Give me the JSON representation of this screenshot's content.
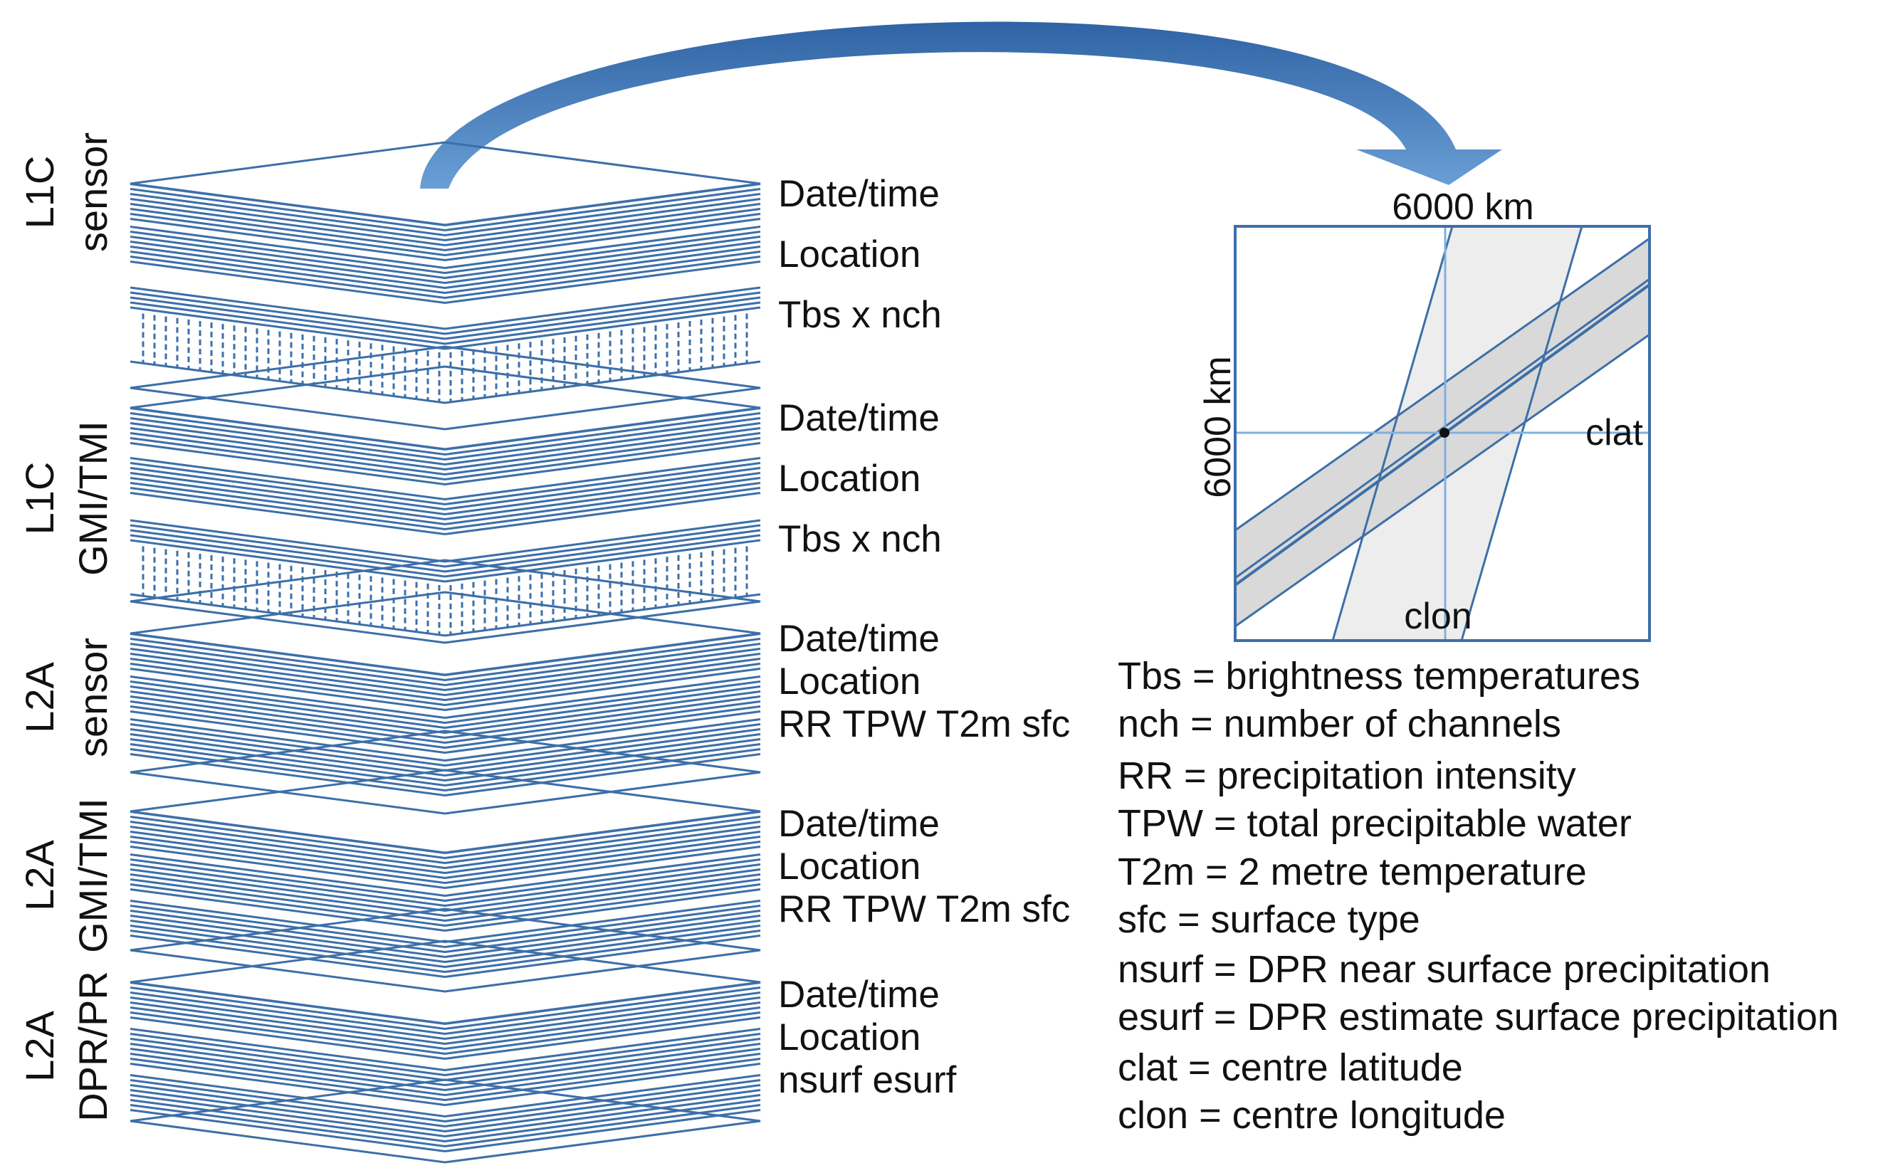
{
  "colors": {
    "line": "#3d6fa8",
    "arrow_top": "#2f63a4",
    "arrow_bottom": "#6a9fd6",
    "swath": "#d9d9d9",
    "swath_light": "#ededed",
    "crosshair": "#7fb0e0",
    "text": "#111111"
  },
  "groups": [
    {
      "level": "L1C",
      "source": "sensor",
      "fields": [
        "Date/time",
        "Location",
        "Tbs x nch"
      ]
    },
    {
      "level": "L1C",
      "source": "GMI/TMI",
      "fields": [
        "Date/time",
        "Location",
        "Tbs x nch"
      ]
    },
    {
      "level": "L2A",
      "source": "sensor",
      "fields": [
        "Date/time",
        "Location",
        "RR TPW T2m sfc"
      ]
    },
    {
      "level": "L2A",
      "source": "GMI/TMI",
      "fields": [
        "Date/time",
        "Location",
        "RR TPW T2m sfc"
      ]
    },
    {
      "level": "L2A",
      "source": "DPR/PR",
      "fields": [
        "Date/time",
        "Location",
        "nsurf esurf"
      ]
    }
  ],
  "box": {
    "width_label": "6000 km",
    "height_label": "6000 km",
    "clat_label": "clat",
    "clon_label": "clon"
  },
  "legend": [
    "Tbs = brightness temperatures",
    "nch = number of channels",
    "RR = precipitation intensity",
    "TPW = total precipitable water",
    "T2m = 2 metre temperature",
    "sfc = surface type",
    "nsurf = DPR near surface precipitation",
    "esurf = DPR estimate surface precipitation",
    "clat = centre latitude",
    "clon = centre longitude"
  ]
}
